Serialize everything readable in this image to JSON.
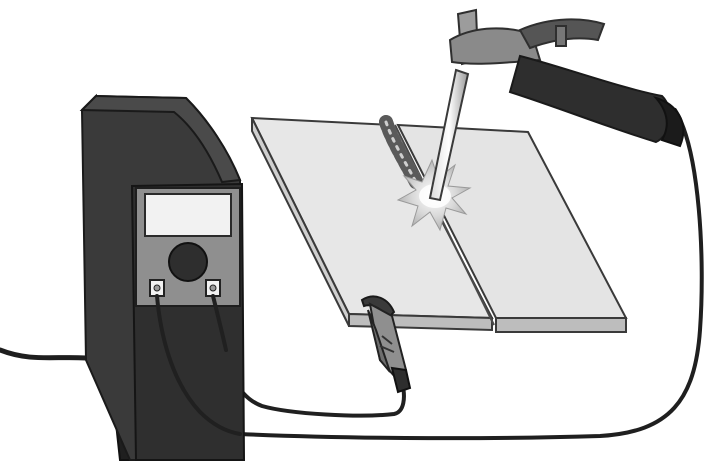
{
  "diagram": {
    "labels": [],
    "components": [
      {
        "name": "welding-power-source",
        "icon": "welding-machine-icon"
      },
      {
        "name": "machine-display-panel",
        "icon": "display-icon"
      },
      {
        "name": "current-control-knob",
        "icon": "knob-icon"
      },
      {
        "name": "output-terminal-left",
        "icon": "terminal-icon"
      },
      {
        "name": "output-terminal-right",
        "icon": "terminal-icon"
      },
      {
        "name": "power-cord",
        "icon": "cable-icon"
      },
      {
        "name": "metal-plate-left",
        "icon": "plate-icon"
      },
      {
        "name": "metal-plate-right",
        "icon": "plate-icon"
      },
      {
        "name": "weld-bead",
        "icon": "weld-bead-icon"
      },
      {
        "name": "electric-arc",
        "icon": "spark-icon"
      },
      {
        "name": "electrode-rod",
        "icon": "electrode-icon"
      },
      {
        "name": "electrode-holder",
        "icon": "electrode-holder-icon"
      },
      {
        "name": "ground-clamp",
        "icon": "clamp-icon"
      },
      {
        "name": "electrode-cable",
        "icon": "cable-icon"
      },
      {
        "name": "ground-cable",
        "icon": "cable-icon"
      }
    ],
    "colors": {
      "machine_body": "#3a3a3a",
      "machine_side": "#2a2a2a",
      "panel": "#8f8f8f",
      "display": "#f2f2f2",
      "knob": "#2e2e2e",
      "plate": "#e6e6e6",
      "plate_edge": "#c8c8c8",
      "cable": "#222222",
      "arc": "#d8d8d8"
    }
  }
}
